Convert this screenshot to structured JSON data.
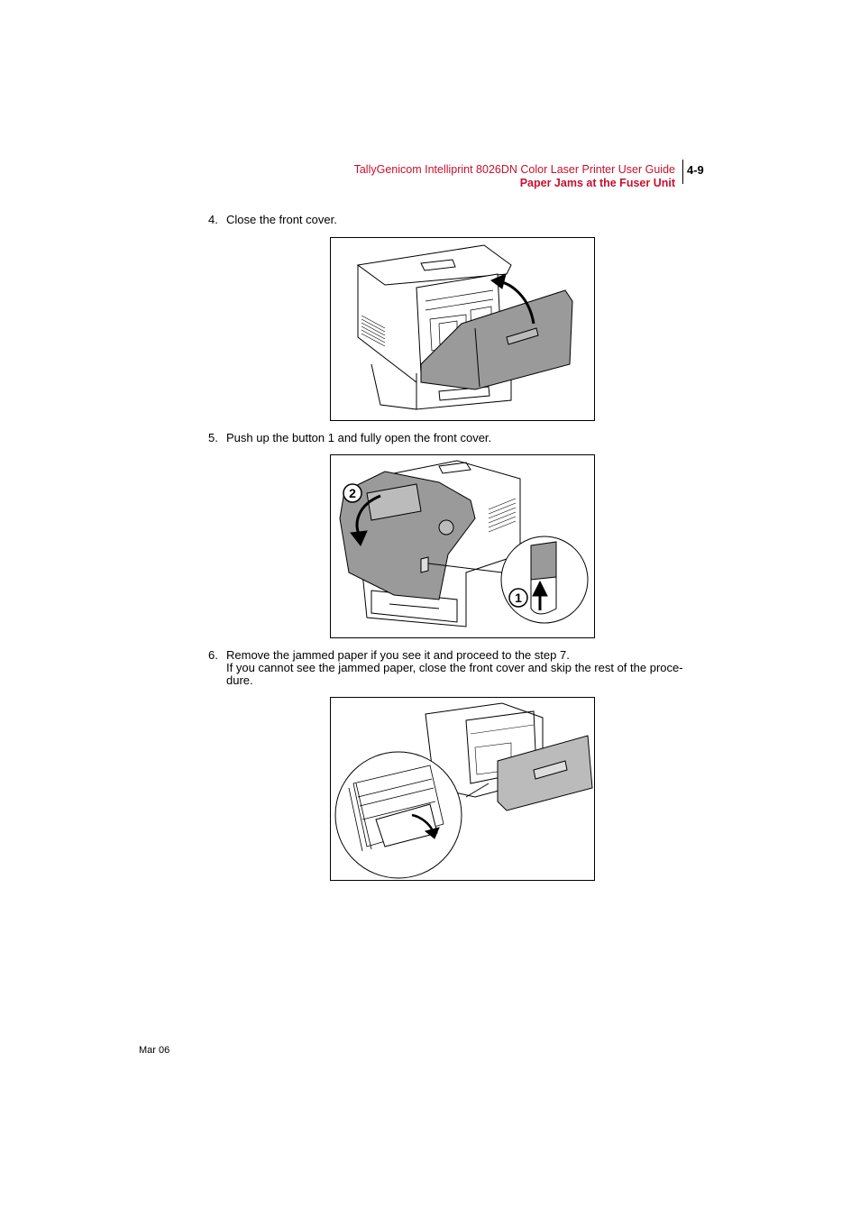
{
  "header": {
    "guide_title": "TallyGenicom Intelliprint 8026DN Color Laser Printer User Guide",
    "section_title": "Paper Jams at the Fuser Unit",
    "page_number": "4-9"
  },
  "steps": [
    {
      "number": "4.",
      "lines": [
        "Close the front cover."
      ]
    },
    {
      "number": "5.",
      "lines": [
        "Push up the button 1 and fully open the front cover."
      ]
    },
    {
      "number": "6.",
      "lines": [
        "Remove the jammed paper if you see it and proceed to the step 7.",
        "If you cannot see the jammed paper, close the front cover and skip the rest of the proce-",
        "dure."
      ]
    }
  ],
  "figures": {
    "fig2": {
      "callout_2": "2",
      "callout_1": "1"
    }
  },
  "footer": {
    "date": "Mar 06"
  }
}
